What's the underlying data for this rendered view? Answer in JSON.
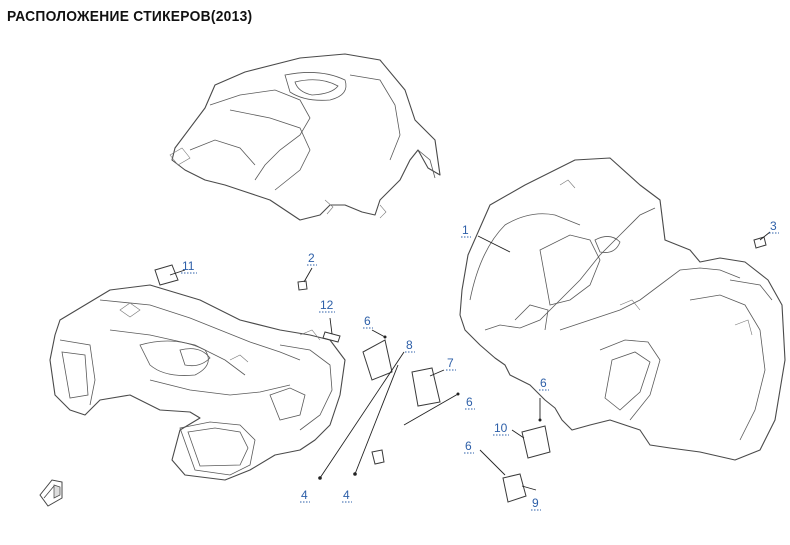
{
  "title": "РАСПОЛОЖЕНИЕ СТИКЕРОВ(2013)",
  "callouts": {
    "c1": "1",
    "c2": "2",
    "c3": "3",
    "c4a": "4",
    "c4b": "4",
    "c6a": "6",
    "c6b": "6",
    "c6c": "6",
    "c6d": "6",
    "c7": "7",
    "c8": "8",
    "c9": "9",
    "c10": "10",
    "c11": "11",
    "c12": "12"
  },
  "colors": {
    "callout": "#2d5fa8",
    "line": "#4a4a4a"
  },
  "icons": {
    "front_indicator": "front-direction-icon"
  }
}
